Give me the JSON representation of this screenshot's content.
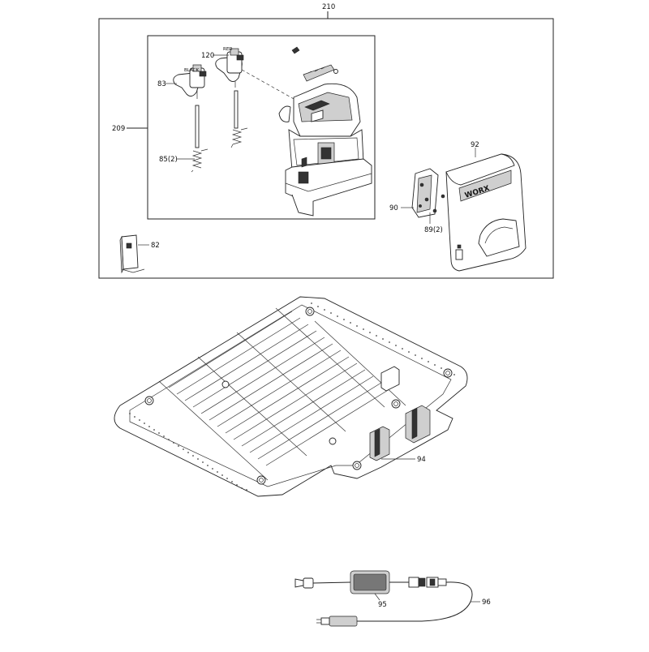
{
  "labels": {
    "p210": "210",
    "p209": "209",
    "p120": "120",
    "p83": "83",
    "p85": "85(2)",
    "p82": "82",
    "p92": "92",
    "p90": "90",
    "p89": "89(2)",
    "p94": "94",
    "p95": "95",
    "p96": "96",
    "red": "RED",
    "black": "BLACK",
    "brand": "WORX"
  }
}
